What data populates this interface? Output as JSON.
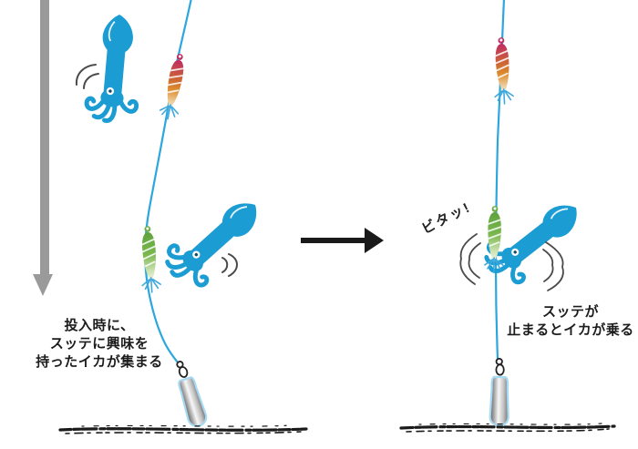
{
  "left_step": {
    "caption_lines": [
      "投入時に、",
      "スッテに興味を",
      "持ったイカが集まる"
    ]
  },
  "right_step": {
    "sfx_label": "ビタッ!",
    "caption_lines": [
      "スッテが",
      "止まるとイカが乗る"
    ]
  },
  "icons": {
    "descend_arrow": "down-arrow",
    "transition_arrow": "right-arrow",
    "squid": "squid-illustration",
    "sutte_red": "red-orange-sutte-lure",
    "sutte_green": "green-sutte-lure",
    "sinker": "teardrop-sinker-with-swivel",
    "seabed": "speckled-ground-line",
    "vibration": "movement-arcs"
  },
  "colors": {
    "squid_blue": "#1b9cd3",
    "line_blue": "#2ba7dd",
    "lure_red_top": "#bf2d63",
    "lure_orange": "#dd8c2f",
    "lure_green": "#69ad45",
    "crown_blue": "#3fa8dc",
    "sinker_outline_blue": "#a6d9f2",
    "descend_arrow_gray": "#9a9a9a",
    "transition_arrow_black": "#1a1a1a"
  }
}
